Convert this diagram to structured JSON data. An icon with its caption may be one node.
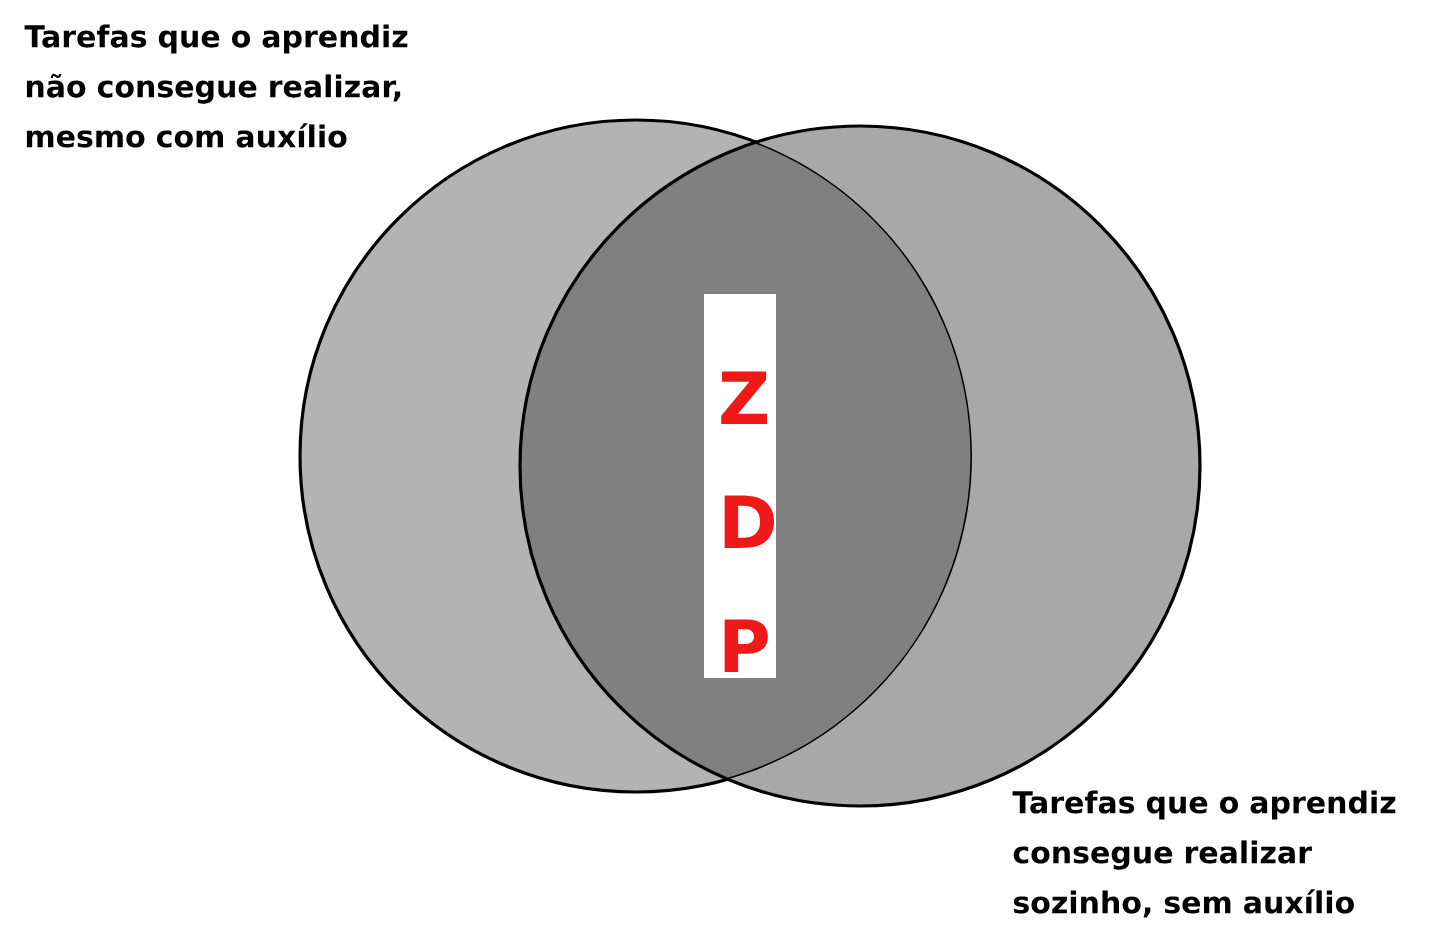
{
  "diagram": {
    "nodes": [
      {
        "text": [],
        "shape": "circle",
        "beside": [
          "Tarefas que o aprendiz não consegue realizar, mesmo com auxílio"
        ]
      },
      {
        "text": [],
        "shape": "circle",
        "beside": [
          "Tarefas que o aprendiz consegue realizar sozinho, sem auxílio"
        ]
      },
      {
        "text": [
          "Z D P"
        ]
      }
    ]
  }
}
